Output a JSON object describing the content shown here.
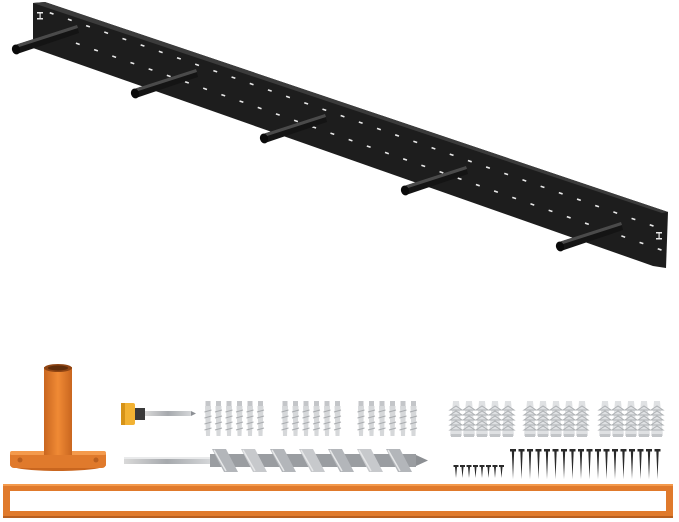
{
  "scene": {
    "description_visible_text": [],
    "colors": {
      "background": "#ffffff",
      "bracket": "#1c1c1c",
      "rod": "#141414",
      "orange": "#e07a2c",
      "orange_dark": "#b95f1f",
      "silver": "#b9bcc0",
      "plug": "#d6d8da",
      "screw": "#2a2a2a",
      "bit_yellow": "#f2b233"
    },
    "counts": {
      "bracket_rods": 5,
      "wall_plugs_small": 18,
      "wall_plugs_large": 15,
      "short_screws": 8,
      "long_screws": 18
    }
  }
}
